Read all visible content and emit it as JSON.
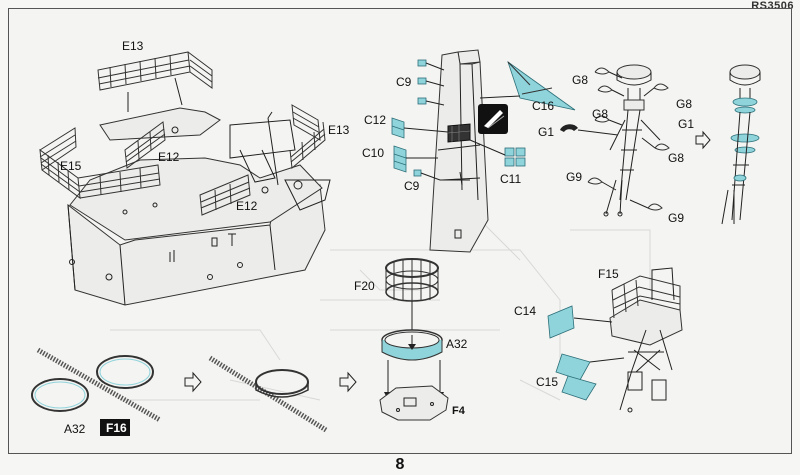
{
  "header": {
    "kit_code": "RS3506"
  },
  "footer": {
    "page_number": "8"
  },
  "colors": {
    "etch_fill": "#8fd3db",
    "etch_stroke": "#2c6f78",
    "ink": "#222222",
    "dark_box": "#111111"
  },
  "labels": {
    "e13_top": "E13",
    "e13_right": "E13",
    "e15": "E15",
    "e12_upper": "E12",
    "e12_lower": "E12",
    "c9_top": "C9",
    "c12": "C12",
    "c10": "C10",
    "c9_bottom": "C9",
    "c11": "C11",
    "c16": "C16",
    "g8_a": "G8",
    "g8_b": "G8",
    "g8_c": "G8",
    "g8_d": "G8",
    "g1_left": "G1",
    "g1_right": "G1",
    "g9_left": "G9",
    "g9_right": "G9",
    "f20": "F20",
    "a32_mid": "A32",
    "f4": "F4",
    "a32_bottom": "A32",
    "f16": "F16",
    "f15": "F15",
    "c14": "C14",
    "c15": "C15"
  },
  "icons": [
    "arrow-right-icon",
    "pe-fret-icon"
  ]
}
